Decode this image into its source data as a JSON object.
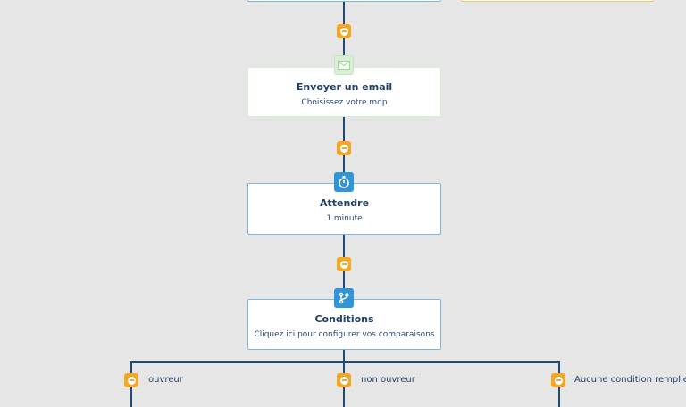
{
  "nodes": {
    "email": {
      "title": "Envoyer un email",
      "subtitle": "Choisissez votre mdp"
    },
    "wait": {
      "title": "Attendre",
      "subtitle": "1 minute"
    },
    "conditions": {
      "title": "Conditions",
      "subtitle": "Cliquez ici pour configurer vos comparaisons"
    }
  },
  "branches": [
    {
      "label": "ouvreur"
    },
    {
      "label": "non ouvreur"
    },
    {
      "label": "Aucune condition remplie"
    }
  ],
  "icons": {
    "email": "envelope-icon",
    "wait": "stopwatch-icon",
    "conditions": "branch-icon",
    "add": "add-step-icon"
  },
  "colors": {
    "background": "#e6e6e6",
    "connector": "#1f4a73",
    "add_button": "#f5a623",
    "blue_accent": "#2f95d8",
    "email_border": "#d6efd2",
    "orange_node_border": "#f5c36b"
  }
}
